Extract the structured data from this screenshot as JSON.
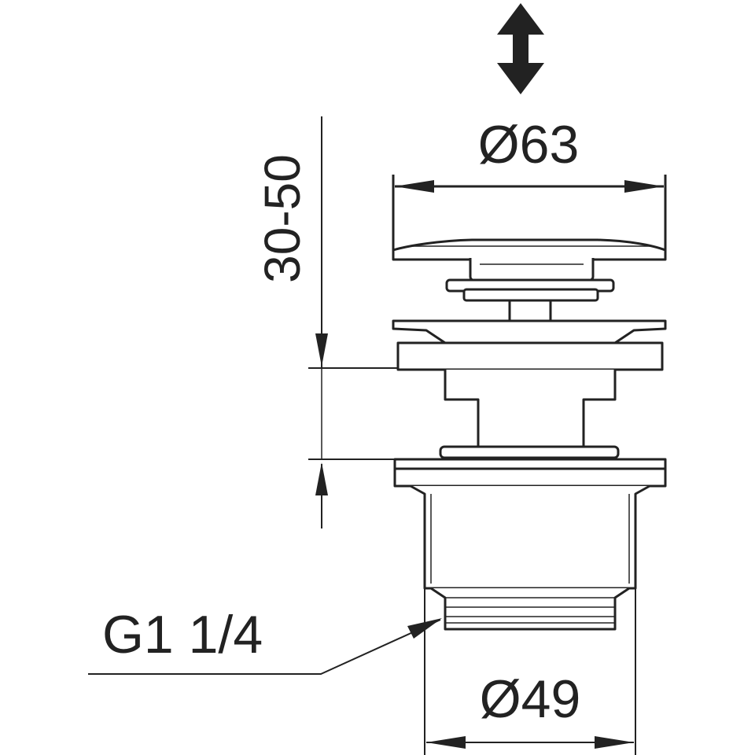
{
  "diagram": {
    "labels": {
      "cap_diameter": "Ø63",
      "body_diameter": "Ø49",
      "thread_size": "G1 1/4",
      "height_range": "30-50"
    },
    "icons": [
      "double-arrow-vertical-icon"
    ],
    "colors": {
      "line": "#222222",
      "background": "#ffffff"
    }
  }
}
